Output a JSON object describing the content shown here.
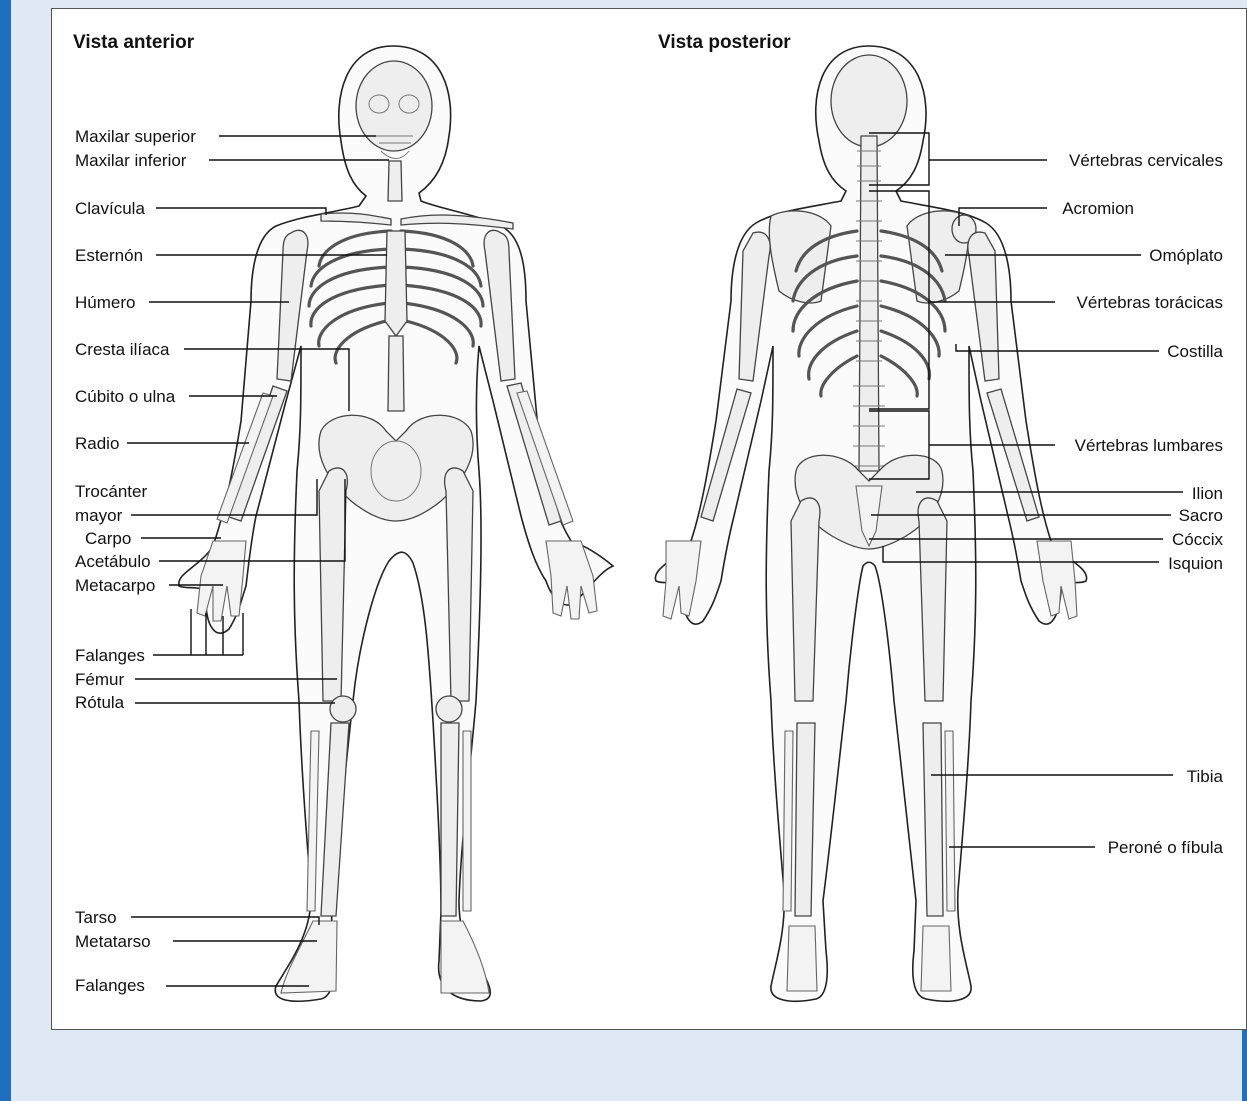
{
  "anterior": {
    "title": "Vista anterior",
    "labels": {
      "maxilar_superior": "Maxilar superior",
      "maxilar_inferior": "Maxilar inferior",
      "clavicula": "Clavícula",
      "esternon": "Esternón",
      "humero": "Húmero",
      "cresta_iliaca": "Cresta ilíaca",
      "cubito": "Cúbito o ulna",
      "radio": "Radio",
      "trocanter_1": "Trocánter",
      "trocanter_2": "mayor",
      "carpo": "Carpo",
      "acetabulo": "Acetábulo",
      "metacarpo": "Metacarpo",
      "falanges_mano": "Falanges",
      "femur": "Fémur",
      "rotula": "Rótula",
      "tarso": "Tarso",
      "metatarso": "Metatarso",
      "falanges_pie": "Falanges"
    }
  },
  "posterior": {
    "title": "Vista posterior",
    "labels": {
      "vertebras_cervicales": "Vértebras cervicales",
      "acromion": "Acromion",
      "omoplato": "Omóplato",
      "vertebras_toracicas": "Vértebras torácicas",
      "costilla": "Costilla",
      "vertebras_lumbares": "Vértebras lumbares",
      "ilion": "Ilion",
      "sacro": "Sacro",
      "coccix": "Cóccix",
      "isquion": "Isquion",
      "tibia": "Tibia",
      "perone": "Peroné o fíbula"
    }
  }
}
